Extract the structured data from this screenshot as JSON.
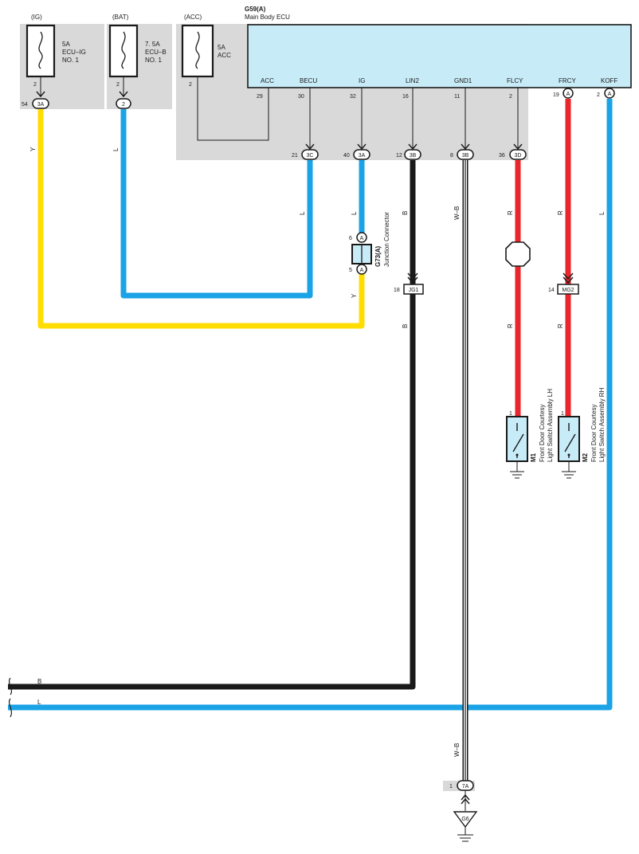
{
  "fuses": [
    {
      "source": "(IG)",
      "rating": "5A",
      "name_line1": "ECU–IG",
      "name_line2": "NO. 1",
      "pin": "2",
      "conn_pin": "54",
      "conn": "3A"
    },
    {
      "source": "(BAT)",
      "rating": "7. 5A",
      "name_line1": "ECU–B",
      "name_line2": "NO. 1",
      "pin": "2",
      "conn": "2"
    },
    {
      "source": "(ACC)",
      "rating": "5A",
      "name_line1": "ACC",
      "pin": "2"
    }
  ],
  "ecu": {
    "code": "G59(A)",
    "name": "Main Body ECU",
    "terminals": [
      {
        "label": "ACC",
        "pin": "29"
      },
      {
        "label": "BECU",
        "pin": "30",
        "conn_pin": "21",
        "conn": "3C"
      },
      {
        "label": "IG",
        "pin": "32",
        "conn_pin": "40",
        "conn": "3A"
      },
      {
        "label": "LIN2",
        "pin": "16",
        "conn_pin": "12",
        "conn": "3B"
      },
      {
        "label": "GND1",
        "pin": "11",
        "conn_pin": "8",
        "conn": "3B"
      },
      {
        "label": "FLCY",
        "pin": "2",
        "conn_pin": "36",
        "conn": "3D"
      },
      {
        "label": "FRCY",
        "pin": "19",
        "conn": "A"
      },
      {
        "label": "KOFF",
        "pin": "2",
        "conn": "A"
      }
    ]
  },
  "wire_colors": {
    "y": "Y",
    "l": "L",
    "b": "B",
    "wb": "W–B",
    "r": "R"
  },
  "junction": {
    "code": "G73(A)",
    "name": "Junction Connector",
    "pin_top": "6",
    "pin_bottom": "5",
    "conn": "A"
  },
  "jg1": {
    "pin": "18",
    "label": "JG1"
  },
  "mg2": {
    "pin": "14",
    "label": "MG2"
  },
  "switch_lh": {
    "code": "M1",
    "line1": "Front Door Courtesy",
    "line2": "Light Switch Assembly LH",
    "pin": "1"
  },
  "switch_rh": {
    "code": "M2",
    "line1": "Front Door Courtesy",
    "line2": "Light Switch Assembly RH",
    "pin": "1"
  },
  "bus_labels": {
    "b": "B",
    "l": "L"
  },
  "ground": {
    "pin": "1",
    "conn": "7A",
    "label": "G6"
  },
  "colors": {
    "yellow": "#ffdd00",
    "blue": "#1aa3e6",
    "black": "#1a1a1a",
    "red": "#e8262b",
    "ecu_fill": "#c7ebf7",
    "shade": "#d9d9d9"
  }
}
